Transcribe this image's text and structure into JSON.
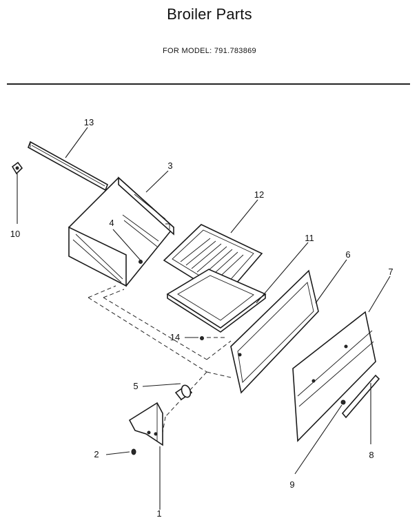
{
  "header": {
    "title": "Broiler Parts",
    "model": "FOR MODEL: 791.783869"
  },
  "callouts": {
    "c1": "1",
    "c2": "2",
    "c3": "3",
    "c4": "4",
    "c5": "5",
    "c6": "6",
    "c7": "7",
    "c8": "8",
    "c9": "9",
    "c10": "10",
    "c11": "11",
    "c12": "12",
    "c13": "13",
    "c14": "14"
  }
}
